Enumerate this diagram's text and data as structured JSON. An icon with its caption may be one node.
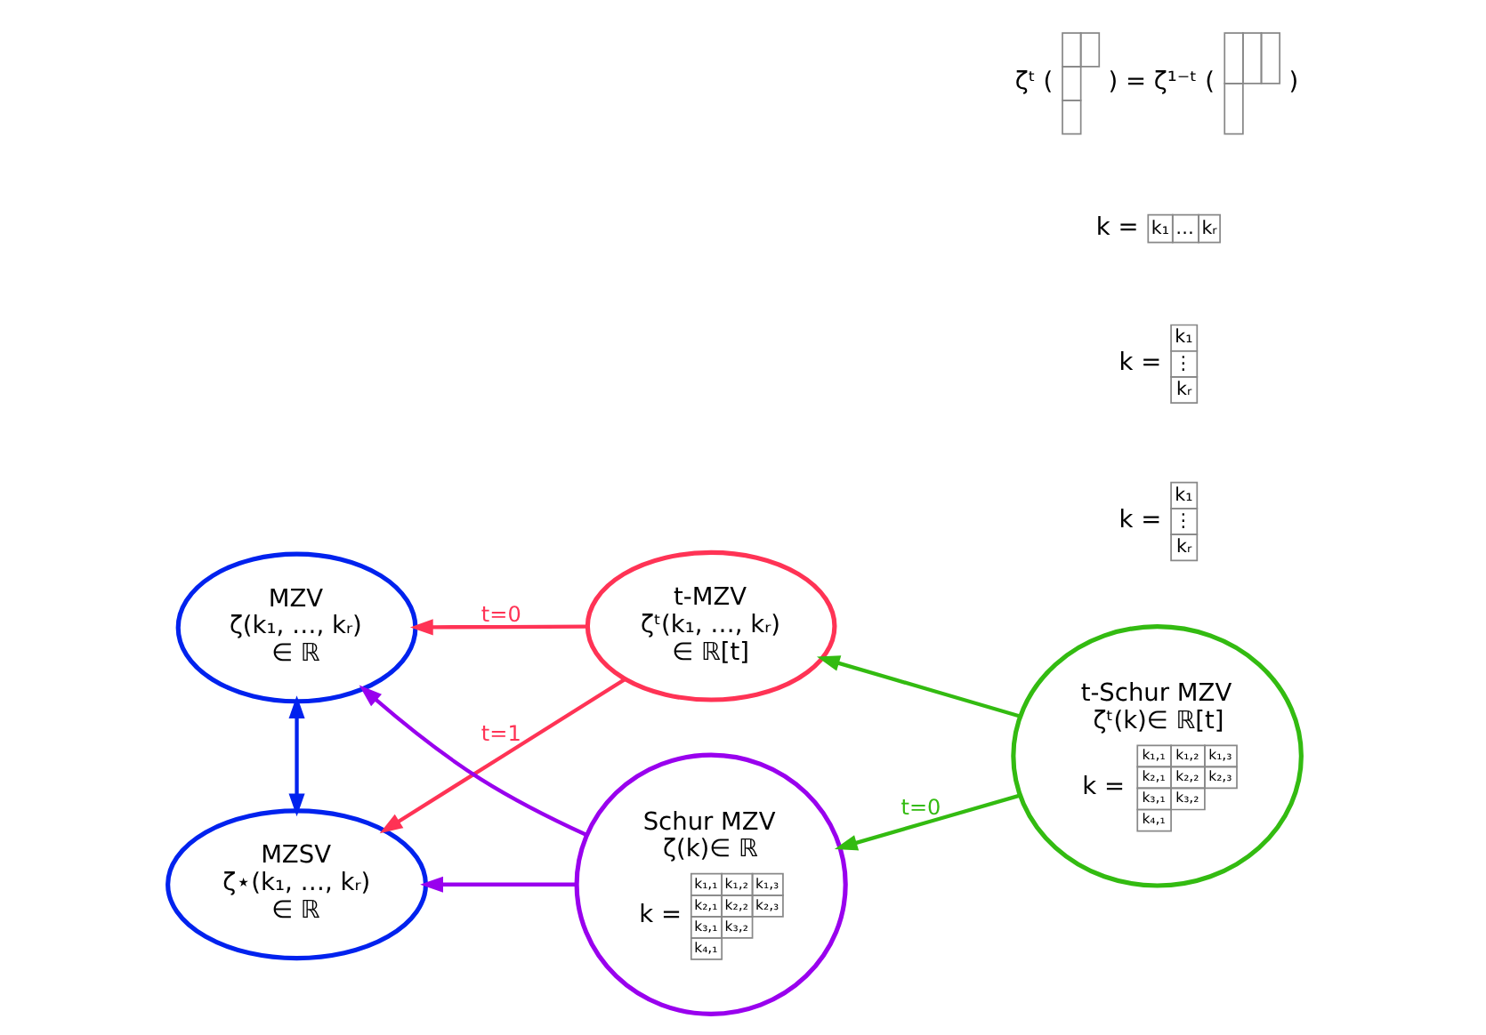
{
  "diagram": {
    "nodes": [
      {
        "text": [
          "MZV",
          "ζ(k₁, …, kᵣ)",
          "∈ ℝ"
        ]
      },
      {
        "text": [
          "t-MZV",
          "ζᵗ(k₁, …, kᵣ)",
          "∈ ℝ[t]"
        ]
      },
      {
        "text": [
          "t-Schur MZV",
          "ζᵗ(k)∈ ℝ[t]",
          "k =",
          "k₁,₁",
          "k₁,₂",
          "k₁,₃",
          "k₂,₁",
          "k₂,₂",
          "k₂,₃",
          "k₃,₁",
          "k₃,₂",
          "k₄,₁"
        ]
      },
      {
        "text": [
          "MZSV",
          "ζ⋆(k₁, …, kᵣ)",
          "∈ ℝ"
        ]
      },
      {
        "text": [
          "Schur MZV",
          "ζ(k)∈ ℝ",
          "k =",
          "k₁,₁",
          "k₁,₂",
          "k₁,₃",
          "k₂,₁",
          "k₂,₂",
          "k₂,₃",
          "k₃,₁",
          "k₃,₂",
          "k₄,₁"
        ]
      }
    ],
    "edges": [
      {
        "from": 1,
        "to": 0,
        "arrow": "to",
        "label": "t=0",
        "color": "#ff3355"
      },
      {
        "from": 1,
        "to": 3,
        "arrow": "to",
        "label": "t=1",
        "color": "#ff3355"
      },
      {
        "from": 2,
        "to": 1,
        "arrow": "to",
        "color": "#33bb11"
      },
      {
        "from": 2,
        "to": 4,
        "arrow": "to",
        "label": "t=0",
        "color": "#33bb11"
      },
      {
        "from": 4,
        "to": 0,
        "arrow": "to",
        "color": "#9900ee"
      },
      {
        "from": 0,
        "to": 3,
        "arrow": "both",
        "color": "#0022ee"
      },
      {
        "from": 4,
        "to": 3,
        "arrow": "to",
        "color": "#9900ee"
      }
    ],
    "labels": [
      "k =",
      "k₁",
      "⋮",
      "kᵣ",
      "k =",
      "k₁",
      "⋮",
      "kᵣ",
      "k =",
      "k₁",
      "…",
      "kᵣ",
      "ζᵗ (",
      ") = ζ¹⁻ᵗ (",
      ")"
    ]
  }
}
